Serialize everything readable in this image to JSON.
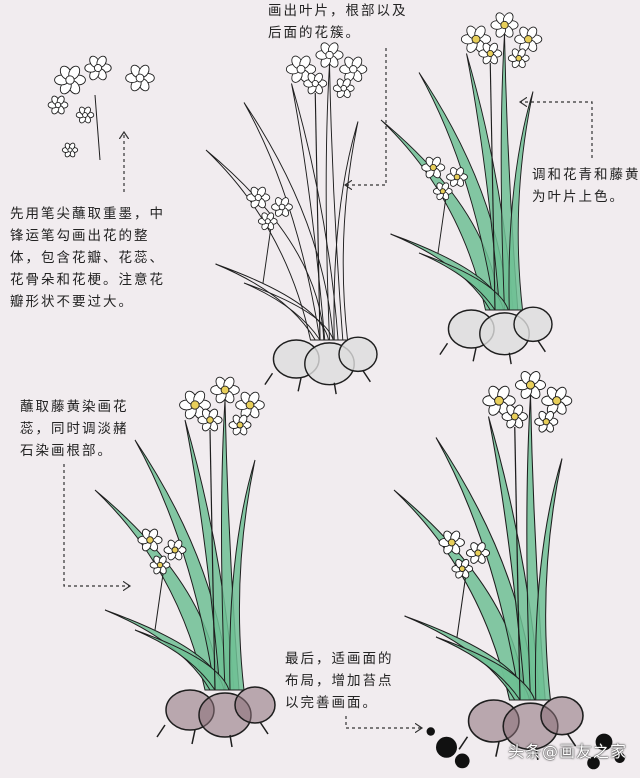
{
  "notes": {
    "step1": [
      "先用笔尖蘸取重墨，中",
      "锋运笔勾画出花的整",
      "体，包含花瓣、花蕊、",
      "花骨朵和花梗。注意花",
      "瓣形状不要过大。"
    ],
    "step2": [
      "画出叶片，根部以及",
      "后面的花簇。"
    ],
    "step3": [
      "调和花青和藤黄",
      "为叶片上色。"
    ],
    "step4": [
      "蘸取藤黄染画花",
      "蕊，同时调淡赭",
      "石染画根部。"
    ],
    "step5": [
      "最后，适画面的",
      "布局，增加苔点",
      "以完善画面。"
    ]
  },
  "watermark": "头条@画友之家",
  "colors": {
    "background": "#f1ecef",
    "ink": "#1e1e1e",
    "leaf_green": "#6fbf94",
    "stamen_yellow": "#e8cf5a",
    "root_ochre": "#8a6f78"
  }
}
